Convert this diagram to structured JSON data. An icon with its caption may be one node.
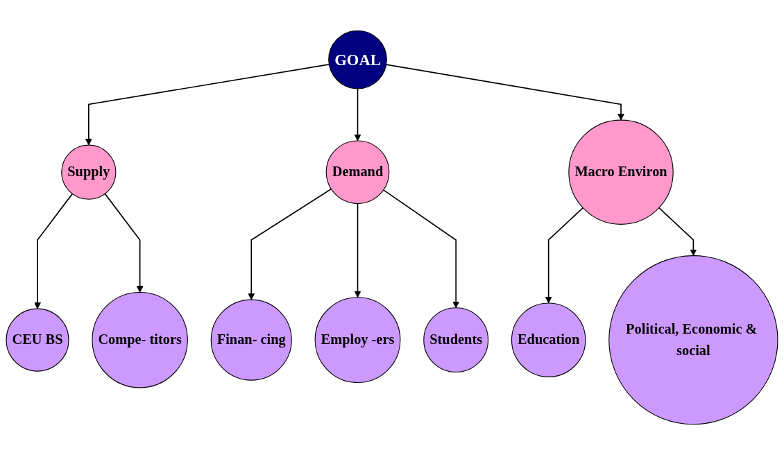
{
  "diagram": {
    "nodes": [
      {
        "text": [
          "GOAL"
        ]
      },
      {
        "text": [
          "Supply"
        ]
      },
      {
        "text": [
          "Demand"
        ]
      },
      {
        "text": [
          "Macro Environ"
        ]
      },
      {
        "text": [
          "Education"
        ]
      },
      {
        "text": [
          "CEU BS"
        ]
      },
      {
        "text": [
          "Compe- titors"
        ]
      },
      {
        "text": [
          "Finan- cing"
        ]
      },
      {
        "text": [
          "Employ -ers"
        ]
      },
      {
        "text": [
          "Students"
        ]
      },
      {
        "text": [
          "Political, Economic & social"
        ]
      }
    ],
    "edges": [
      {
        "from": 0,
        "to": 1,
        "arrow": "to"
      },
      {
        "from": 0,
        "to": 2,
        "arrow": "to"
      },
      {
        "from": 0,
        "to": 3,
        "arrow": "to"
      },
      {
        "from": 3,
        "to": 4,
        "arrow": "to"
      },
      {
        "from": 3,
        "to": 10,
        "arrow": "to"
      },
      {
        "from": 1,
        "to": 5,
        "arrow": "to"
      },
      {
        "from": 1,
        "to": 6,
        "arrow": "to"
      },
      {
        "from": 2,
        "to": 7,
        "arrow": "to"
      },
      {
        "from": 2,
        "to": 8,
        "arrow": "to"
      },
      {
        "from": 2,
        "to": 9,
        "arrow": "to"
      }
    ]
  }
}
